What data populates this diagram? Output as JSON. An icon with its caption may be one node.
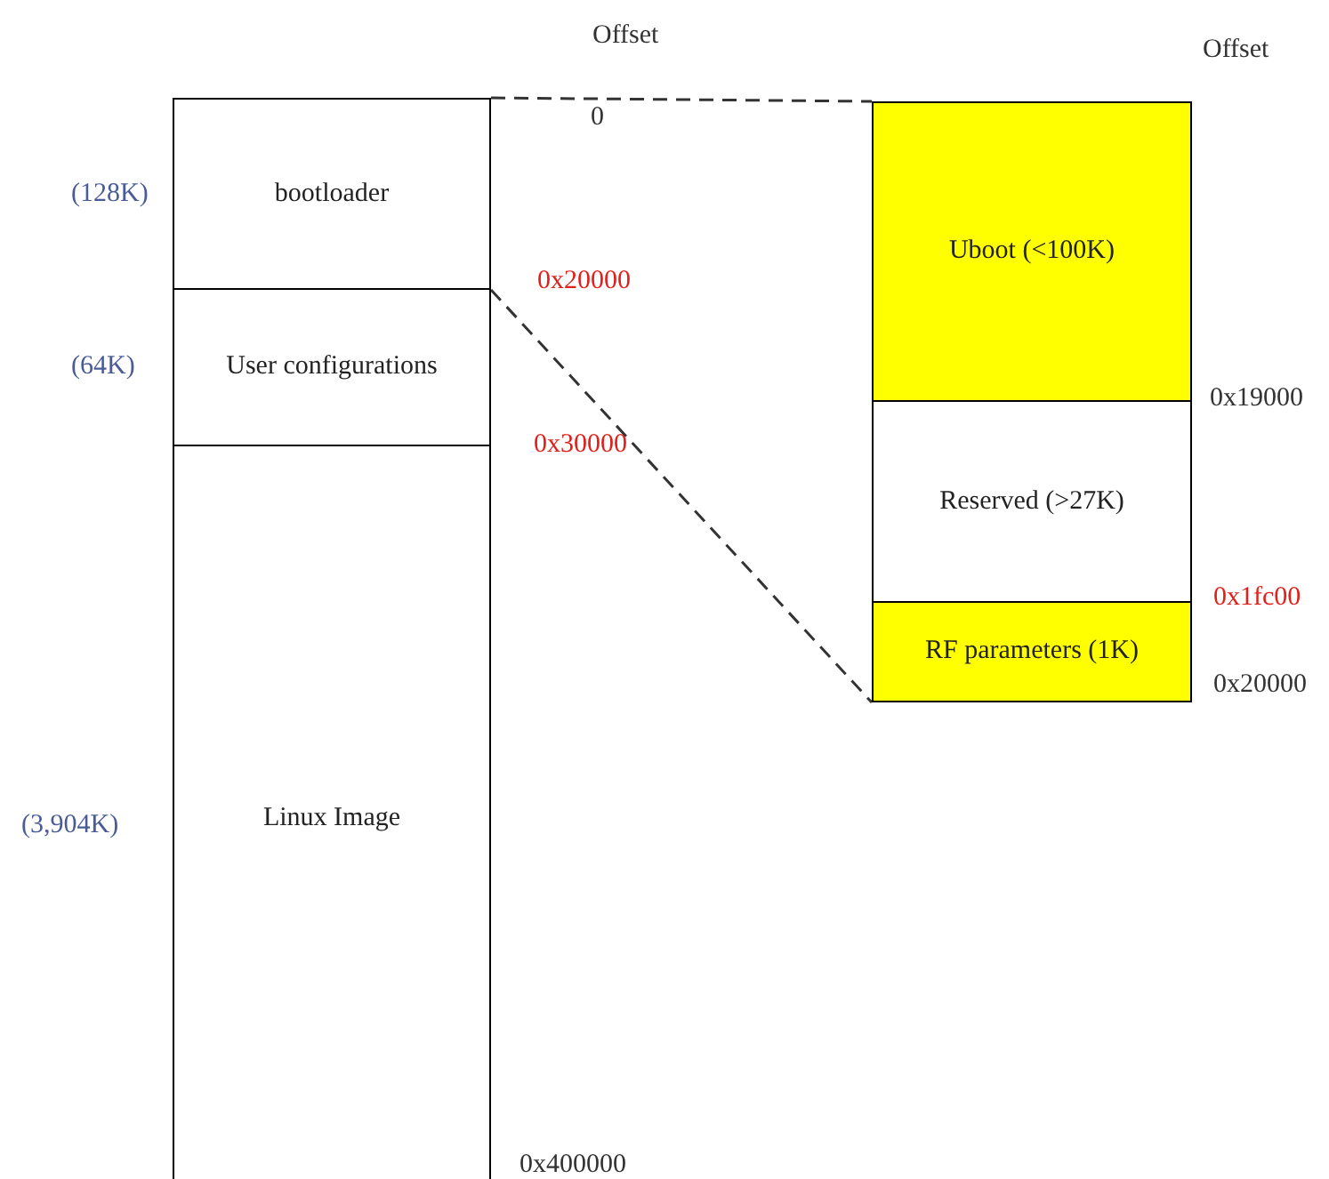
{
  "diagram": {
    "nodes": [
      {
        "text": [
          "bootloader"
        ],
        "beside": [
          "(128K)"
        ]
      },
      {
        "text": [
          "User configurations"
        ],
        "beside": [
          "(64K)"
        ]
      },
      {
        "text": [
          "Linux Image"
        ],
        "beside": [
          "(3,904K)"
        ]
      },
      {
        "text": [
          "Uboot (<100K)"
        ]
      },
      {
        "text": [
          "Reserved (>27K)"
        ]
      },
      {
        "text": [
          "RF parameters (1K)"
        ]
      }
    ],
    "edges": [
      {
        "from": 0,
        "to": 3,
        "arrow": "none",
        "style": "dashed"
      },
      {
        "from": 0,
        "to": 5,
        "arrow": "none",
        "style": "dashed"
      }
    ],
    "labels": [
      "Offset",
      "0",
      "0x20000",
      "0x30000",
      "0x400000",
      "Offset",
      "0x19000",
      "0x1fc00",
      "0x20000"
    ]
  }
}
